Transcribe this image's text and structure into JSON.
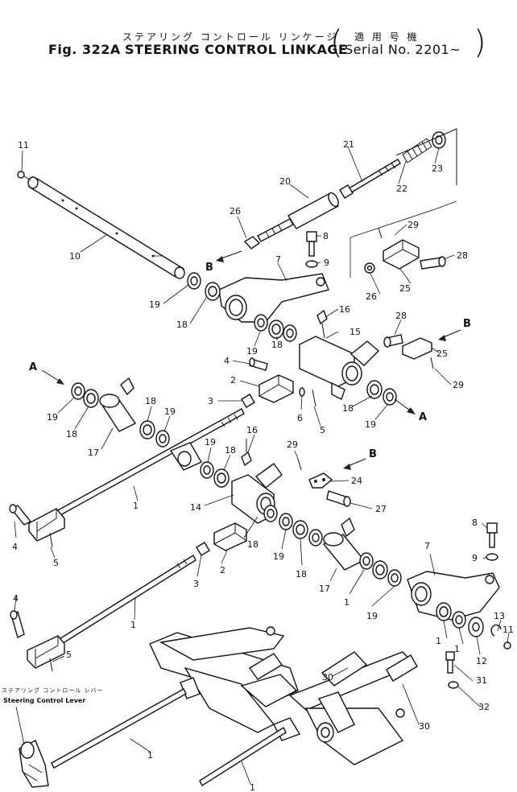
{
  "header": {
    "title_jp": "ステアリング コントロール リンケージ",
    "fig_number": "Fig. 322A",
    "title_en": "STEERING CONTROL LINKAGE",
    "serial_jp": "適 用 号 機",
    "serial_en": "Serial No. 2201~"
  },
  "lever_label": {
    "jp": "ステアリング コントロール レバー",
    "en": "Steering Control Lever"
  },
  "callouts": {
    "n1a": "1",
    "n1b": "1",
    "n1c": "1",
    "n1d": "1",
    "n2a": "2",
    "n2b": "2",
    "n3a": "3",
    "n3b": "3",
    "n4a": "4",
    "n4b": "4",
    "n4c": "4",
    "n5a": "5",
    "n5b": "5",
    "n5c": "5",
    "n6": "6",
    "n7a": "7",
    "n7b": "7",
    "n8a": "8",
    "n8b": "8",
    "n9a": "9",
    "n9b": "9",
    "n10": "10",
    "n11a": "11",
    "n11b": "11",
    "n12": "12",
    "n13": "13",
    "n14": "14",
    "n15": "15",
    "n16a": "16",
    "n16b": "16",
    "n17a": "17",
    "n17b": "17",
    "n18a": "18",
    "n18b": "18",
    "n18c": "18",
    "n18d": "18",
    "n18e": "18",
    "n18f": "18",
    "n18g": "18",
    "n18h": "18",
    "n19a": "19",
    "n19b": "19",
    "n19c": "19",
    "n19d": "19",
    "n19e": "19",
    "n19f": "19",
    "n19g": "19",
    "n19h": "19",
    "n20": "20",
    "n21": "21",
    "n22": "22",
    "n23": "23",
    "n24": "24",
    "n25a": "25",
    "n25b": "25",
    "n26a": "26",
    "n26b": "26",
    "n27": "27",
    "n28a": "28",
    "n28b": "28",
    "n29a": "29",
    "n29b": "29",
    "n29c": "29",
    "n30a": "30",
    "n30b": "30",
    "n31": "31",
    "n32": "32"
  },
  "ref_letters": {
    "A1": "A",
    "A2": "A",
    "B1": "B",
    "B2": "B",
    "B3": "B"
  }
}
